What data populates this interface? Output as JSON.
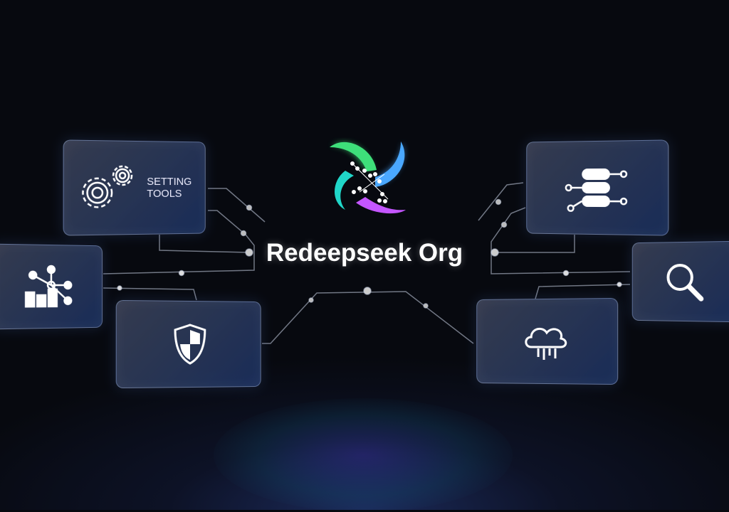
{
  "brand": {
    "title": "Redeepseek Org",
    "logo_colors": [
      "#3ee07a",
      "#4aa8ff",
      "#20d6c8",
      "#d45cff"
    ]
  },
  "cards": {
    "settings": {
      "icon": "gear-icon",
      "label_line1": "SETTING",
      "label_line2": "TOOLS"
    },
    "analytics": {
      "icon": "network-chart-icon"
    },
    "security": {
      "icon": "shield-icon"
    },
    "database": {
      "icon": "database-icon"
    },
    "search": {
      "icon": "magnifier-icon"
    },
    "cloud": {
      "icon": "cloud-icon"
    }
  }
}
